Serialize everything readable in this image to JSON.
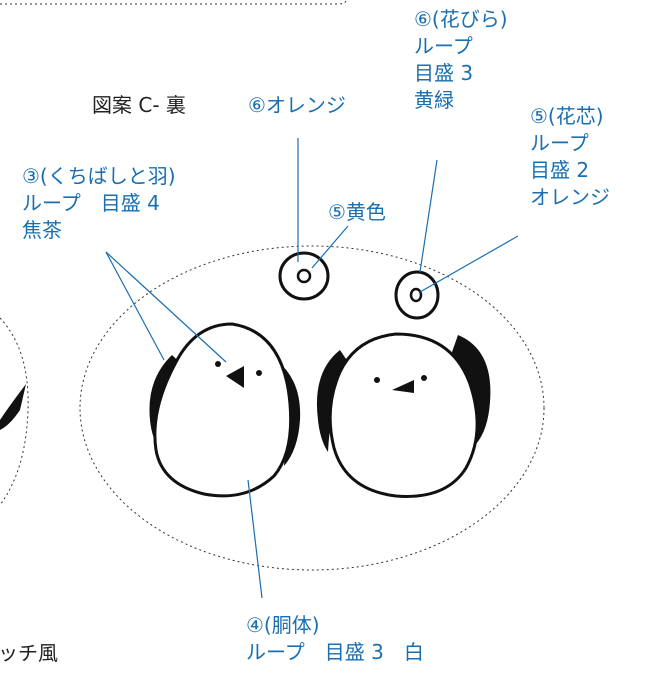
{
  "title": "図案 C- 裏",
  "label_orange6": "⑥オレンジ",
  "label_petal": [
    "⑥(花びら)",
    "ループ",
    "目盛 3",
    "黄緑"
  ],
  "label_center": [
    "⑤(花芯)",
    "ループ",
    "目盛 2",
    "オレンジ"
  ],
  "label_yellow5": "⑤黄色",
  "label_beak": [
    "③(くちばしと羽)",
    "ループ　目盛 4",
    "焦茶"
  ],
  "label_body": [
    "④(胴体)",
    "ループ　目盛 3　白"
  ],
  "label_cut": "ッチ風",
  "colors": {
    "accent": "#1a6fb0",
    "ink": "#111111",
    "text": "#222222"
  }
}
